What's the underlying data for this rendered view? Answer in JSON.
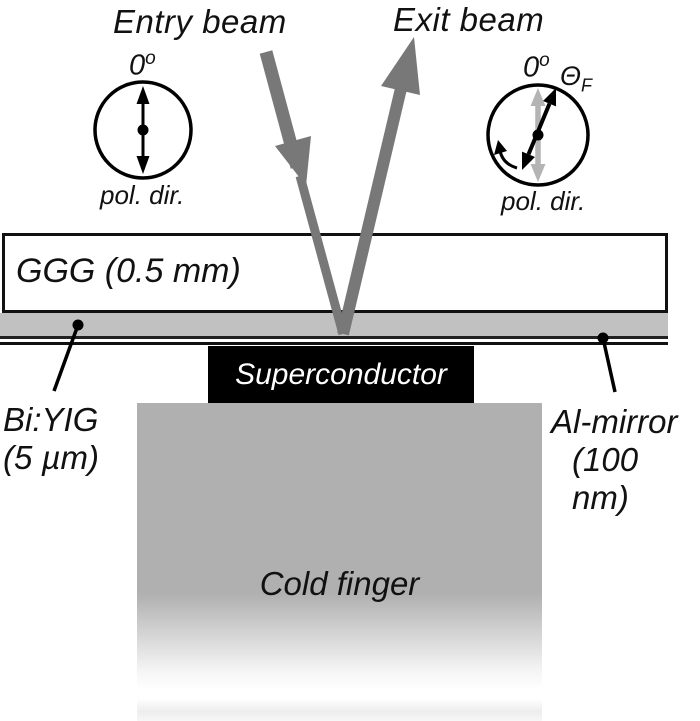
{
  "diagram_title_implicit": "Magneto-optical setup diagram",
  "beams": {
    "entry_label": "Entry beam",
    "exit_label": "Exit beam"
  },
  "left_pol": {
    "angle": "0",
    "degree": "o",
    "caption": "pol. dir."
  },
  "right_pol": {
    "angle": "0",
    "degree": "o",
    "theta": "Θ",
    "theta_sub": "F",
    "caption": "pol. dir."
  },
  "layers": {
    "ggg": "GGG (0.5 mm)",
    "superconductor": "Superconductor",
    "cold_finger": "Cold finger",
    "biyig_line1": "Bi:YIG",
    "biyig_line2": "(5 µm)",
    "almirror_line1": "Al-mirror",
    "almirror_line2": "(100 nm)"
  },
  "colors": {
    "beam_gray": "#787878",
    "biyig_gray": "#c1c1c1",
    "cold_finger_gray": "#b0b0b0",
    "superconductor_black": "#000000",
    "outline_black": "#111111",
    "rotated_ref_arrow_gray": "#b4b4b4",
    "background": "#ffffff"
  }
}
